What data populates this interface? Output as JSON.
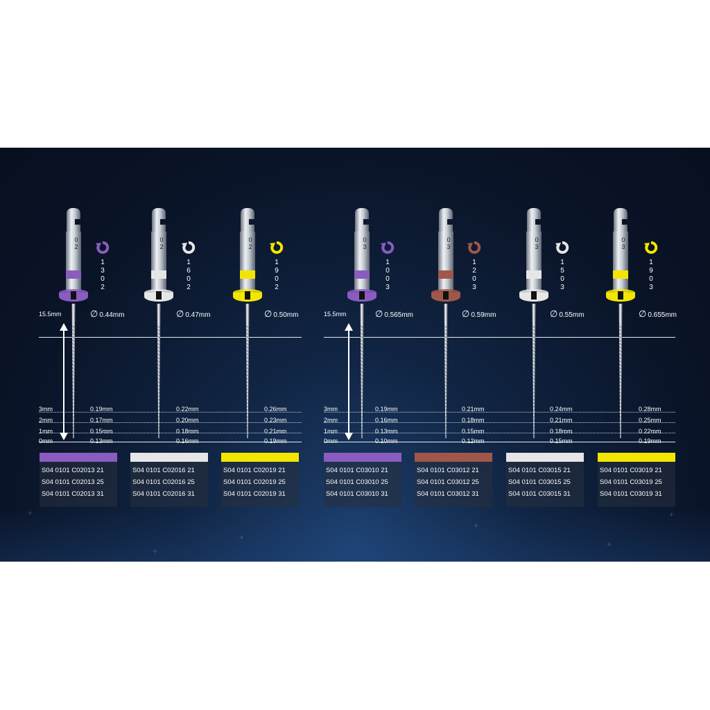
{
  "groups": [
    {
      "length_label": "15.5mm",
      "level_labels": [
        "3mm",
        "2mm",
        "1mm",
        "0mm"
      ],
      "files": [
        {
          "color": "#8a5cc0",
          "shaft_mark": [
            "0",
            "2"
          ],
          "tip_digits": [
            "1",
            "3",
            "0",
            "2"
          ],
          "diameter": "0.44mm",
          "tip_sizes": [
            "0.19mm",
            "0.17mm",
            "0.15mm",
            "0.13mm"
          ],
          "codes": [
            "S04 0101 C02013 21",
            "S04 0101 C02013 25",
            "S04 0101 C02013 31"
          ]
        },
        {
          "color": "#e6e6e6",
          "shaft_mark": [
            "0",
            "2"
          ],
          "tip_digits": [
            "1",
            "6",
            "0",
            "2"
          ],
          "diameter": "0.47mm",
          "tip_sizes": [
            "0.22mm",
            "0.20mm",
            "0.18mm",
            "0.16mm"
          ],
          "codes": [
            "S04 0101 C02016 21",
            "S04 0101 C02016 25",
            "S04 0101 C02016 31"
          ]
        },
        {
          "color": "#f2e600",
          "shaft_mark": [
            "0",
            "2"
          ],
          "tip_digits": [
            "1",
            "9",
            "0",
            "2"
          ],
          "diameter": "0.50mm",
          "tip_sizes": [
            "0.26mm",
            "0.23mm",
            "0.21mm",
            "0.19mm"
          ],
          "codes": [
            "S04 0101 C02019 21",
            "S04 0101 C02019 25",
            "S04 0101 C02019 31"
          ]
        }
      ]
    },
    {
      "length_label": "15.5mm",
      "level_labels": [
        "3mm",
        "2mm",
        "1mm",
        "0mm"
      ],
      "files": [
        {
          "color": "#8a5cc0",
          "shaft_mark": [
            "0",
            "3"
          ],
          "tip_digits": [
            "1",
            "0",
            "0",
            "3"
          ],
          "diameter": "0.565mm",
          "tip_sizes": [
            "0.19mm",
            "0.16mm",
            "0.13mm",
            "0.10mm"
          ],
          "codes": [
            "S04 0101 C03010 21",
            "S04 0101 C03010 25",
            "S04 0101 C03010 31"
          ]
        },
        {
          "color": "#a0574a",
          "shaft_mark": [
            "0",
            "3"
          ],
          "tip_digits": [
            "1",
            "2",
            "0",
            "3"
          ],
          "diameter": "0.59mm",
          "tip_sizes": [
            "0.21mm",
            "0.18mm",
            "0.15mm",
            "0.12mm"
          ],
          "codes": [
            "S04 0101 C03012 21",
            "S04 0101 C03012 25",
            "S04 0101 C03012 31"
          ]
        },
        {
          "color": "#e6e6e6",
          "shaft_mark": [
            "0",
            "3"
          ],
          "tip_digits": [
            "1",
            "5",
            "0",
            "3"
          ],
          "diameter": "0.55mm",
          "tip_sizes": [
            "0.24mm",
            "0.21mm",
            "0.18mm",
            "0.15mm"
          ],
          "codes": [
            "S04 0101 C03015 21",
            "S04 0101 C03015 25",
            "S04 0101 C03015 31"
          ]
        },
        {
          "color": "#f2e600",
          "shaft_mark": [
            "0",
            "3"
          ],
          "tip_digits": [
            "1",
            "9",
            "0",
            "3"
          ],
          "diameter": "0.655mm",
          "tip_sizes": [
            "0.28mm",
            "0.25mm",
            "0.22mm",
            "0.19mm"
          ],
          "codes": [
            "S04 0101 C03019 21",
            "S04 0101 C03019 25",
            "S04 0101 C03019 31"
          ]
        }
      ]
    }
  ]
}
